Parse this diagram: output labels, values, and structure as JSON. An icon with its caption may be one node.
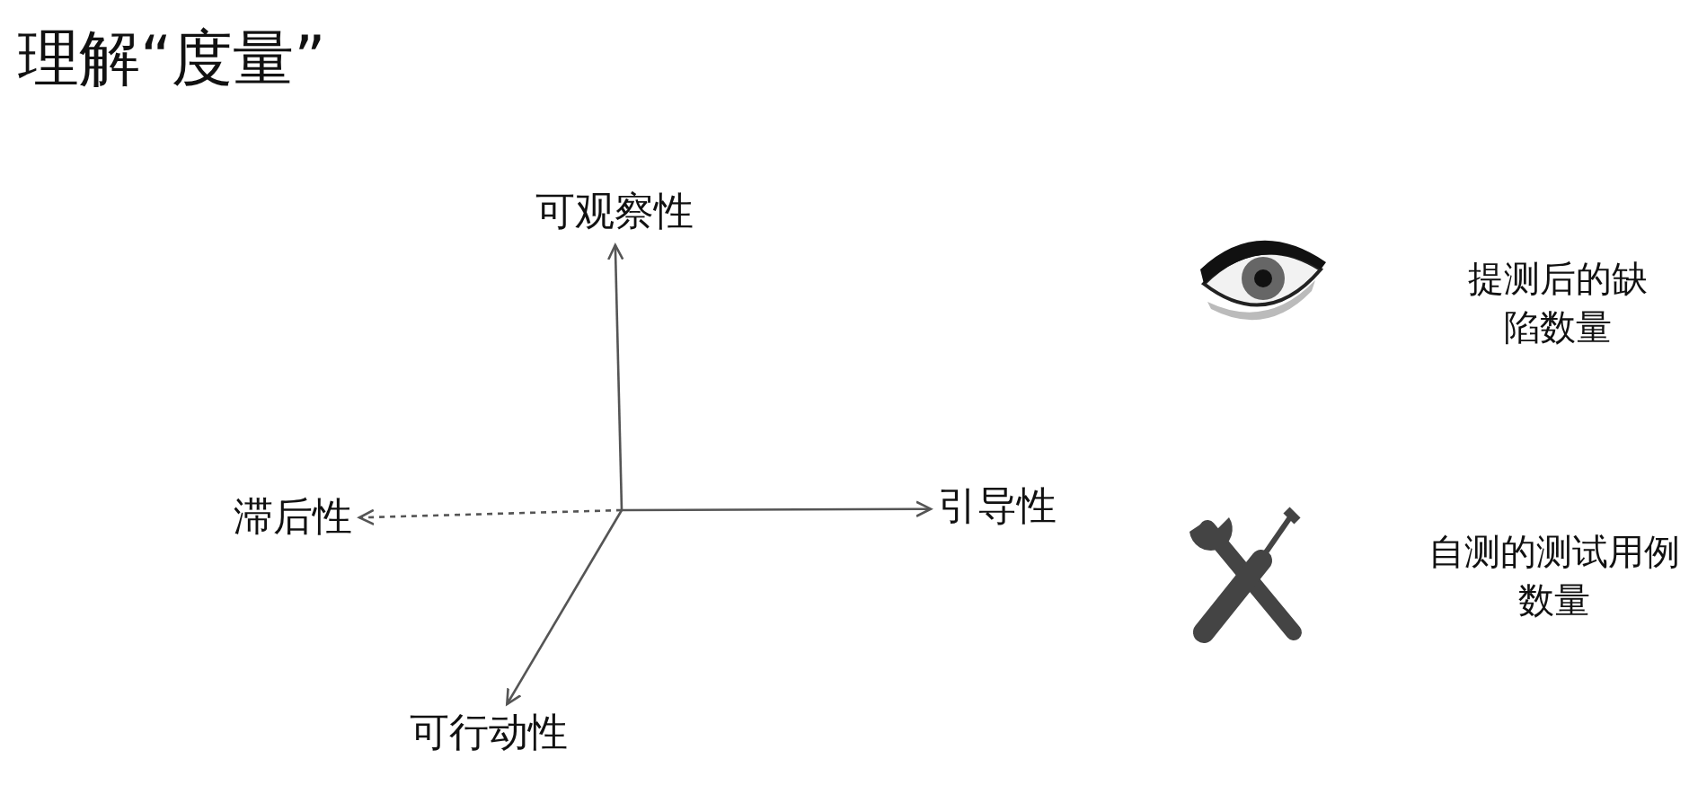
{
  "diagram": {
    "title": "理解“度量”",
    "nodes": [
      {
        "text": [
          "可观察性"
        ]
      },
      {
        "text": [
          "引导性"
        ]
      },
      {
        "text": [
          "滞后性"
        ]
      },
      {
        "text": [
          "可行动性"
        ]
      }
    ],
    "edges": [
      {
        "from": null,
        "to": 0,
        "arrow": "to"
      },
      {
        "from": null,
        "to": 1,
        "arrow": "to"
      },
      {
        "from": null,
        "to": 2,
        "arrow": "to",
        "style": "dashed"
      },
      {
        "from": null,
        "to": 3,
        "arrow": "to"
      }
    ],
    "labels": [
      "提测后的缺陷数量",
      "自测的测试用例数量"
    ]
  }
}
